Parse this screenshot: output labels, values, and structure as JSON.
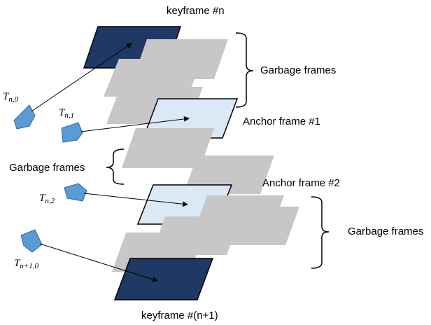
{
  "labels": {
    "keyframe_top": "keyframe  #n",
    "keyframe_bottom": "keyframe  #(n+1)",
    "garbage_top": "Garbage frames",
    "garbage_mid": "Garbage frames",
    "garbage_bottom": "Garbage frames",
    "anchor_1": "Anchor frame #1",
    "anchor_2": "Anchor frame #2"
  },
  "poses": [
    {
      "base": "T",
      "sub": "n,0"
    },
    {
      "base": "T",
      "sub": "n,1"
    },
    {
      "base": "T",
      "sub": "n,2"
    },
    {
      "base": "T",
      "sub": "n+1,0"
    }
  ],
  "colors": {
    "keyframe": "#1f3864",
    "anchor": "#dbe8f6",
    "garbage": "#c7c7c7",
    "camera": "#5b9bd5",
    "camera_stroke": "#2f6aa8"
  }
}
